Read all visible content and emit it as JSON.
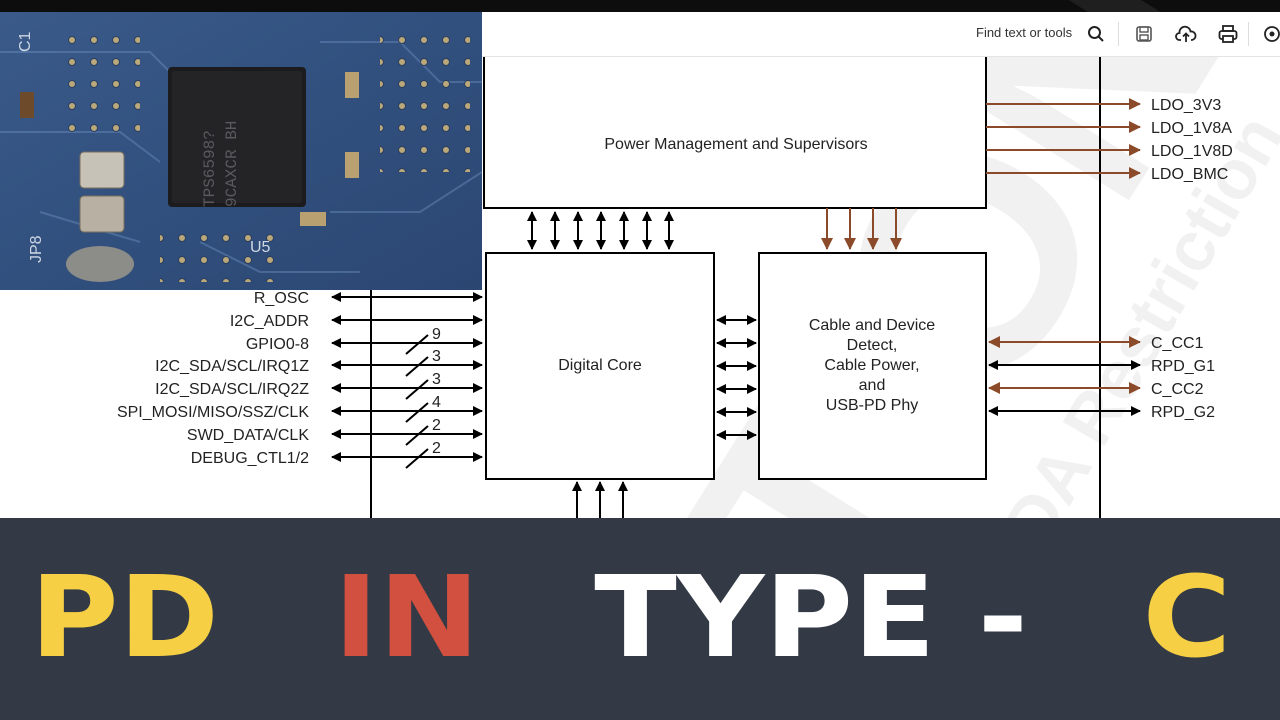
{
  "toolbar": {
    "find_placeholder": "Find text or tools"
  },
  "diagram": {
    "watermark_main": "TION",
    "watermark_sub": "NDA Restriction",
    "blocks": {
      "power": "Power Management and Supervisors",
      "core": "Digital Core",
      "cable_lines": [
        "Cable and Device",
        "Detect,",
        "Cable Power,",
        "and",
        "USB-PD Phy"
      ]
    },
    "left_signals": [
      {
        "label": "R_OSC",
        "count": ""
      },
      {
        "label": "I2C_ADDR",
        "count": ""
      },
      {
        "label": "GPIO0-8",
        "count": "9"
      },
      {
        "label": "I2C_SDA/SCL/IRQ1Z",
        "count": "3"
      },
      {
        "label": "I2C_SDA/SCL/IRQ2Z",
        "count": "3"
      },
      {
        "label": "SPI_MOSI/MISO/SSZ/CLK",
        "count": "4"
      },
      {
        "label": "SWD_DATA/CLK",
        "count": "2"
      },
      {
        "label": "DEBUG_CTL1/2",
        "count": "2"
      }
    ],
    "ldo_outputs": [
      "LDO_3V3",
      "LDO_1V8A",
      "LDO_1V8D",
      "LDO_BMC"
    ],
    "cc_signals": [
      "C_CC1",
      "RPD_G1",
      "C_CC2",
      "RPD_G2"
    ]
  },
  "photo": {
    "chip_marking_line1": "TPS6598?",
    "chip_marking_line2": "9CAXCR BH",
    "silk_labels": [
      "C1",
      "U5",
      "JP8"
    ]
  },
  "banner": {
    "word1": "PD",
    "word2": "IN",
    "word3": "TYPE -",
    "word4": "C"
  },
  "colors": {
    "banner_bg": "#333a45",
    "yellow": "#f6cf45",
    "red": "#d2503f",
    "white": "#ffffff",
    "power_arrow": "#8b4a2a"
  },
  "icons": [
    "search-icon",
    "save-icon",
    "upload-cloud-icon",
    "print-icon",
    "more-icon"
  ]
}
